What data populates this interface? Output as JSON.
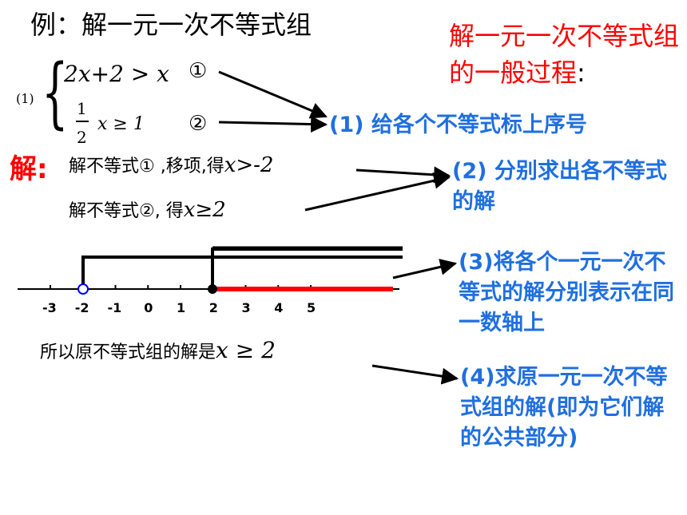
{
  "title": "例：解一元一次不等式组",
  "general_process": {
    "text": "解一元一次不等式组的一般过程",
    "colon": ":"
  },
  "problem": {
    "label": "(1)",
    "ineq1": "2x+2 > x",
    "ineq1_mark": "①",
    "ineq2_numerator": "1",
    "ineq2_denominator": "2",
    "ineq2_rest": "x ≥ 1",
    "ineq2_mark": "②"
  },
  "solution": {
    "label": "解:",
    "line1_text": "解不等式① ,移项,得",
    "line1_math": "x>-2",
    "line2_text": "解不等式②, 得",
    "line2_math": "x≥2",
    "conclusion_text": "所以原不等式组的解是",
    "conclusion_math": "x ≥ 2"
  },
  "steps": [
    "(1) 给各个不等式标上序号",
    "(2) 分别求出各不等式的解",
    "(3)将各个一元一次不等式的解分别表示在同一数轴上",
    "(4)求原一元一次不等式组的解(即为它们解的公共部分)"
  ],
  "number_line": {
    "ticks": [
      "-3",
      "-2",
      "-1",
      "0",
      "1",
      "2",
      "3",
      "4",
      "5"
    ],
    "open_point": -2,
    "closed_point": 2
  },
  "colors": {
    "red": "#ff0000",
    "blue": "#1f6fe0",
    "open_circle": "#0000ff"
  }
}
